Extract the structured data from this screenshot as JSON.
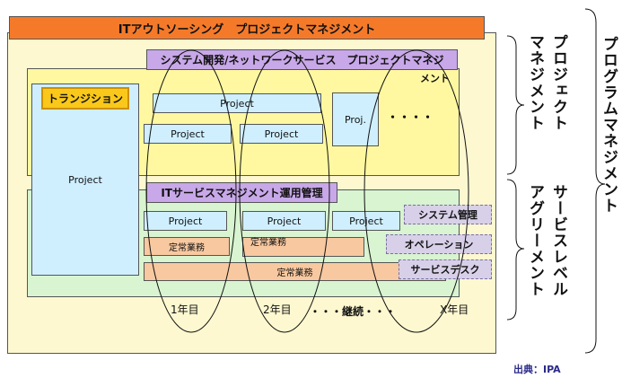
{
  "header": {
    "title": "ITアウトソーシング　プロジェクトマネジメント"
  },
  "dev_header": {
    "title": "システム開発/ネットワークサービス　プロジェクトマネジ",
    "title_tail": "メント"
  },
  "transition": {
    "label": "トランジション",
    "project": "Project"
  },
  "dev_projects": [
    "Project",
    "Project",
    "Project",
    "Proj.",
    "・・・・"
  ],
  "it_service": {
    "title": "ITサービスマネジメント運用管理"
  },
  "ops_projects": [
    "Project",
    "Project",
    "Project"
  ],
  "routine": [
    "定常業務",
    "定常業務",
    "定常業務"
  ],
  "side_boxes": [
    "システム管理",
    "オペレーション",
    "サービスデスク"
  ],
  "years": [
    "1年目",
    "2年目",
    "・・・継続・・・",
    "X年目"
  ],
  "right_labels": {
    "project_mgmt": [
      "プロジェクト",
      "マネジメント"
    ],
    "sla": [
      "サービスレベル",
      "アグリーメント"
    ],
    "program_mgmt": "プログラムマネジメント"
  },
  "source": "出典：IPA",
  "colors": {
    "header": "#f47a2a",
    "dev_header": "#c8a8e8",
    "outer": "#fdf8d0",
    "yellow": "#fff8a0",
    "green": "#d8f4d0"
  }
}
